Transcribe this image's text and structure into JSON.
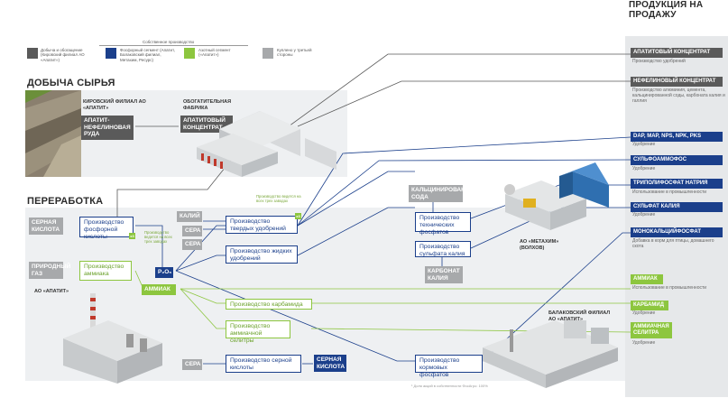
{
  "legend": {
    "header": "Собственное производство",
    "items": [
      {
        "text": "Добыча и обогащение (Кировский филиал АО «Апатит»)",
        "color": "#5a5a5a"
      },
      {
        "text": "Фосфорный сегмент (Апатит, Балаковский филиал, Метахим, Ресурс)",
        "color": "#1b3f8b"
      },
      {
        "text": "Азотный сегмент («Апатит»)",
        "color": "#8dc63f"
      },
      {
        "text": "Куплено у третьей стороны",
        "color": "#a7a9ab"
      }
    ]
  },
  "sections": {
    "mining": "ДОБЫЧА СЫРЬЯ",
    "processing": "ПЕРЕРАБОТКА",
    "products": "ПРОДУКЦИЯ НА ПРОДАЖУ"
  },
  "labels": {
    "kirov": "КИРОВСКИЙ ФИЛИАЛ АО «АПАТИТ»",
    "plant": "ОБОГАТИТЕЛЬНАЯ ФАБРИКА",
    "ao_apatit": "АО «АПАТИТ»",
    "metakhim": "АО «МЕТАХИМ» (ВОЛХОВ)",
    "balakovo": "БАЛАКОВСКИЙ ФИЛИАЛ АО «АПАТИТ»"
  },
  "tags": {
    "ore": "АПАТИТ-НЕФЕЛИНОВАЯ РУДА",
    "concentrate": "АПАТИТОВЫЙ КОНЦЕНТРАТ",
    "sulfuric_acid_in": "СЕРНАЯ КИСЛОТА",
    "gas": "ПРИРОДНЫЙ ГАЗ",
    "potassium": "КАЛИЙ",
    "sulfur1": "СЕРА",
    "sulfur2": "СЕРА",
    "sulfur3": "СЕРА",
    "p2o5": "P₂O₅",
    "ammonia": "АММИАК",
    "soda": "КАЛЬЦИНИРОВАННАЯ СОДА",
    "potash_carbonate": "КАРБОНАТ КАЛИЯ",
    "sulfuric_acid_out": "СЕРНАЯ КИСЛОТА"
  },
  "processes": {
    "phosphoric_acid": "Производство фосфорной кислоты",
    "ammonia_prod": "Производство аммиака",
    "solid_fert": "Производство твердых удобрений",
    "liquid_fert": "Производство жидких удобрений",
    "carbamide": "Производство карбамида",
    "ammonium_nitrate": "Производство аммиачной селитры",
    "sulfuric_acid_prod": "Производство серной кислоты",
    "tech_phosphates": "Производство технических фосфатов",
    "potassium_sulfate": "Производство сульфата калия",
    "feed_phosphates": "Производство кормовых фосфатов"
  },
  "notes": {
    "n1": "Производство ведется на всех трех заводах",
    "n2": "Производство ведется на всех трех заводах",
    "footnote": "¹ Доля акций в собственности ФосАгро: 100%"
  },
  "badges": {
    "b1": "х3",
    "b2": "х3"
  },
  "products": [
    {
      "name": "АПАТИТОВЫЙ КОНЦЕНТРАТ",
      "desc": "Производство удобрений",
      "style": "dark"
    },
    {
      "name": "НЕФЕЛИНОВЫЙ КОНЦЕНТРАТ",
      "desc": "Производство алюминия, цемента, кальцинированной соды, карбоната калия и галлия",
      "style": "dark"
    },
    {
      "name": "DAP, MAP, NPS, NPK, PKS",
      "desc": "Удобрение",
      "style": "blue"
    },
    {
      "name": "СУЛЬФОАММОФОС",
      "desc": "Удобрение",
      "style": "blue"
    },
    {
      "name": "ТРИПОЛИФОСФАТ НАТРИЯ",
      "desc": "Использование в промышленности",
      "style": "blue"
    },
    {
      "name": "СУЛЬФАТ КАЛИЯ",
      "desc": "Удобрение",
      "style": "blue"
    },
    {
      "name": "МОНОКАЛЬЦИЙФОСФАТ",
      "desc": "Добавка в корм для птицы, домашнего скота",
      "style": "blue"
    },
    {
      "name": "АММИАК",
      "desc": "Использование в промышленности",
      "style": "green"
    },
    {
      "name": "КАРБАМИД",
      "desc": "Удобрение",
      "style": "green"
    },
    {
      "name": "АММИАЧНАЯ СЕЛИТРА",
      "desc": "Удобрение",
      "style": "green"
    }
  ]
}
